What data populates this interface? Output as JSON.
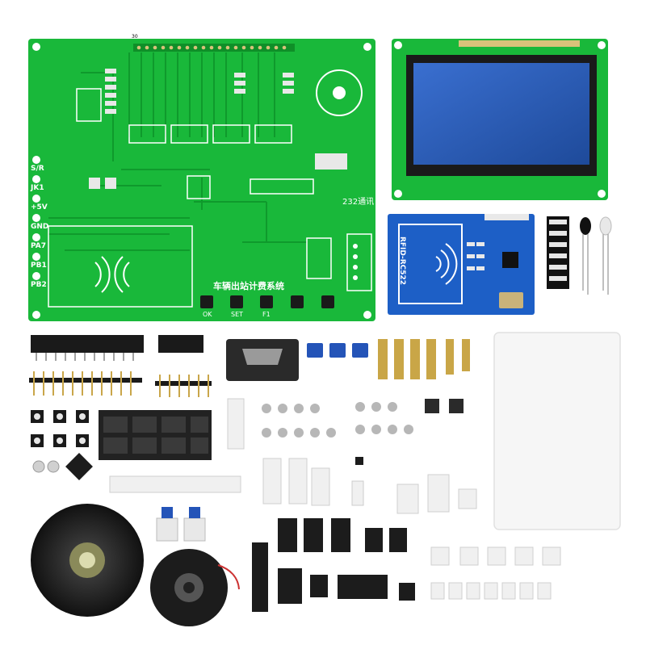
{
  "pcb": {
    "title_cn": "车辆出站计费系统",
    "side_labels": [
      "S/R",
      "JK1",
      "+5V",
      "GND",
      "PA7",
      "PB1",
      "PB2"
    ],
    "bottom_labels": [
      "OK",
      "SET",
      "F1"
    ],
    "comm_label": "232通讯",
    "pin_label": "30"
  },
  "rfid": {
    "label": "RFID-RC522"
  },
  "colors": {
    "pcb_green": "#19b83a",
    "lcd_blue": "#2f5fb5",
    "rfid_blue": "#1d5fc6",
    "header_black": "#1a1a1a",
    "card_white": "#f6f6f6"
  }
}
